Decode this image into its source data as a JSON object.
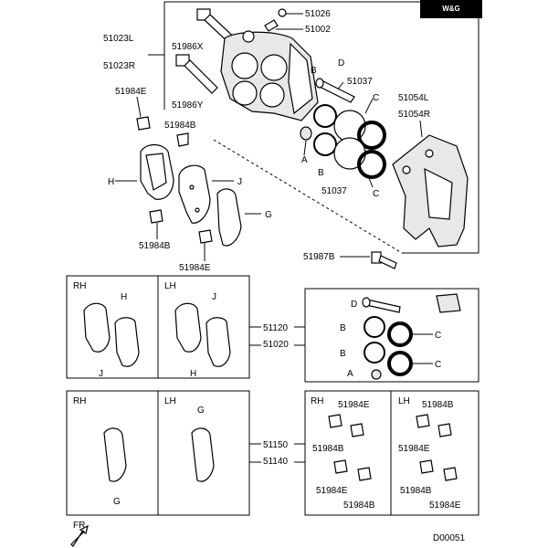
{
  "brand": "W&G",
  "diagram_code": "D00051",
  "fr_label": "FR",
  "callouts": {
    "p51026": "51026",
    "p51002": "51002",
    "p51023L": "51023L",
    "p51023R": "51023R",
    "p51986X": "51986X",
    "p51986Y": "51986Y",
    "p51984E_top": "51984E",
    "p51984B_top": "51984B",
    "p51984B_mid": "51984B",
    "p51984E_mid": "51984E",
    "p51037_top": "51037",
    "p51037_bot": "51037",
    "p51054L": "51054L",
    "p51054R": "51054R",
    "p51987B": "51987B",
    "p51120": "51120",
    "p51020": "51020",
    "p51150": "51150",
    "p51140": "51140",
    "clip_rh_1": "51984E",
    "clip_rh_2": "51984B",
    "clip_rh_3": "51984E",
    "clip_rh_4": "51984B",
    "clip_lh_1": "51984B",
    "clip_lh_2": "51984E",
    "clip_lh_3": "51984B",
    "clip_lh_4": "51984E"
  },
  "letters": {
    "A": "A",
    "B": "B",
    "C": "C",
    "D": "D",
    "G": "G",
    "H": "H",
    "J": "J"
  },
  "panels": {
    "rh": "RH",
    "lh": "LH"
  }
}
